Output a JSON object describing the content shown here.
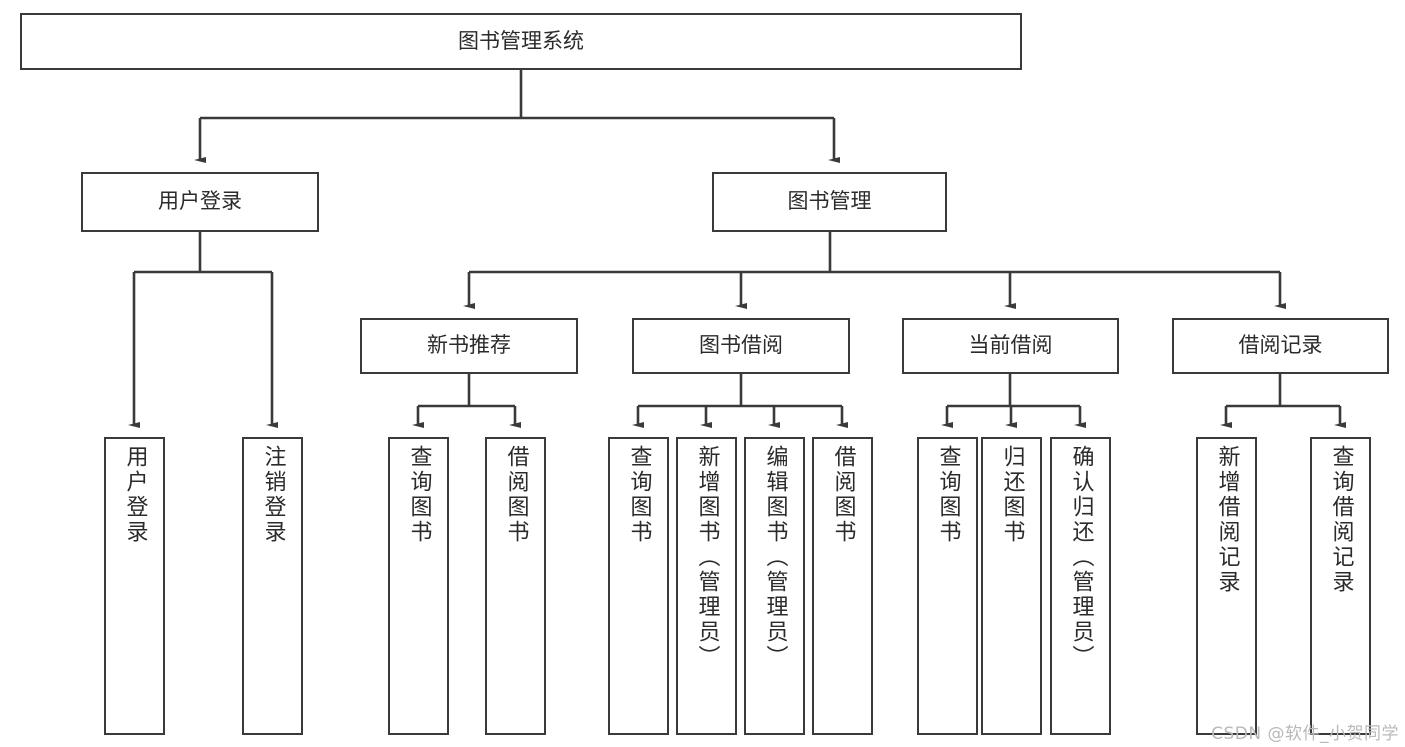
{
  "diagram": {
    "title": "图书管理系统",
    "root": {
      "label": "图书管理系统"
    },
    "level1": [
      {
        "label": "用户登录"
      },
      {
        "label": "图书管理"
      }
    ],
    "level2": [
      {
        "label": "新书推荐"
      },
      {
        "label": "图书借阅"
      },
      {
        "label": "当前借阅"
      },
      {
        "label": "借阅记录"
      }
    ],
    "leaves": [
      {
        "label": "用户登录",
        "parent": "用户登录"
      },
      {
        "label": "注销登录",
        "parent": "用户登录"
      },
      {
        "label": "查询图书",
        "parent": "新书推荐"
      },
      {
        "label": "借阅图书",
        "parent": "新书推荐"
      },
      {
        "label": "查询图书",
        "parent": "图书借阅"
      },
      {
        "label": "新增图书（管理员）",
        "parent": "图书借阅"
      },
      {
        "label": "编辑图书（管理员）",
        "parent": "图书借阅"
      },
      {
        "label": "借阅图书",
        "parent": "图书借阅"
      },
      {
        "label": "查询图书",
        "parent": "当前借阅"
      },
      {
        "label": "归还图书",
        "parent": "当前借阅"
      },
      {
        "label": "确认归还（管理员）",
        "parent": "当前借阅"
      },
      {
        "label": "新增借阅记录",
        "parent": "借阅记录"
      },
      {
        "label": "查询借阅记录",
        "parent": "借阅记录"
      }
    ],
    "watermark": "CSDN @软件_小贺同学",
    "colors": {
      "stroke": "#3a3a3a",
      "text": "#2b2b2b",
      "background": "#ffffff",
      "watermark": "#b9b9b9"
    }
  }
}
